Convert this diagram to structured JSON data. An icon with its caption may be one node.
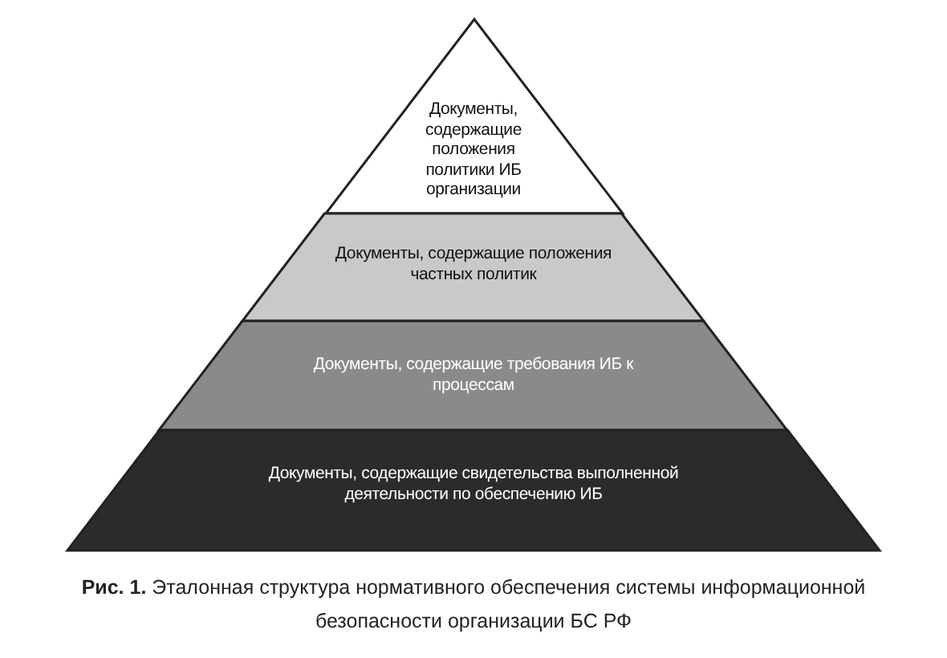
{
  "diagram": {
    "caption": "**Рис. 1.** Эталонная структура нормативного обеспечения системы информационной безопасности организации БС РФ",
    "nodes": [
      {
        "text": [
          "Документы, содержащие положения политики ИБ организации"
        ]
      },
      {
        "text": [
          "Документы, содержащие положения частных политик"
        ]
      },
      {
        "text": [
          "Документы, содержащие требования ИБ к процессам"
        ]
      },
      {
        "text": [
          "Документы, содержащие свидетельства выполненной деятельности по обеспечению ИБ"
        ]
      }
    ]
  }
}
